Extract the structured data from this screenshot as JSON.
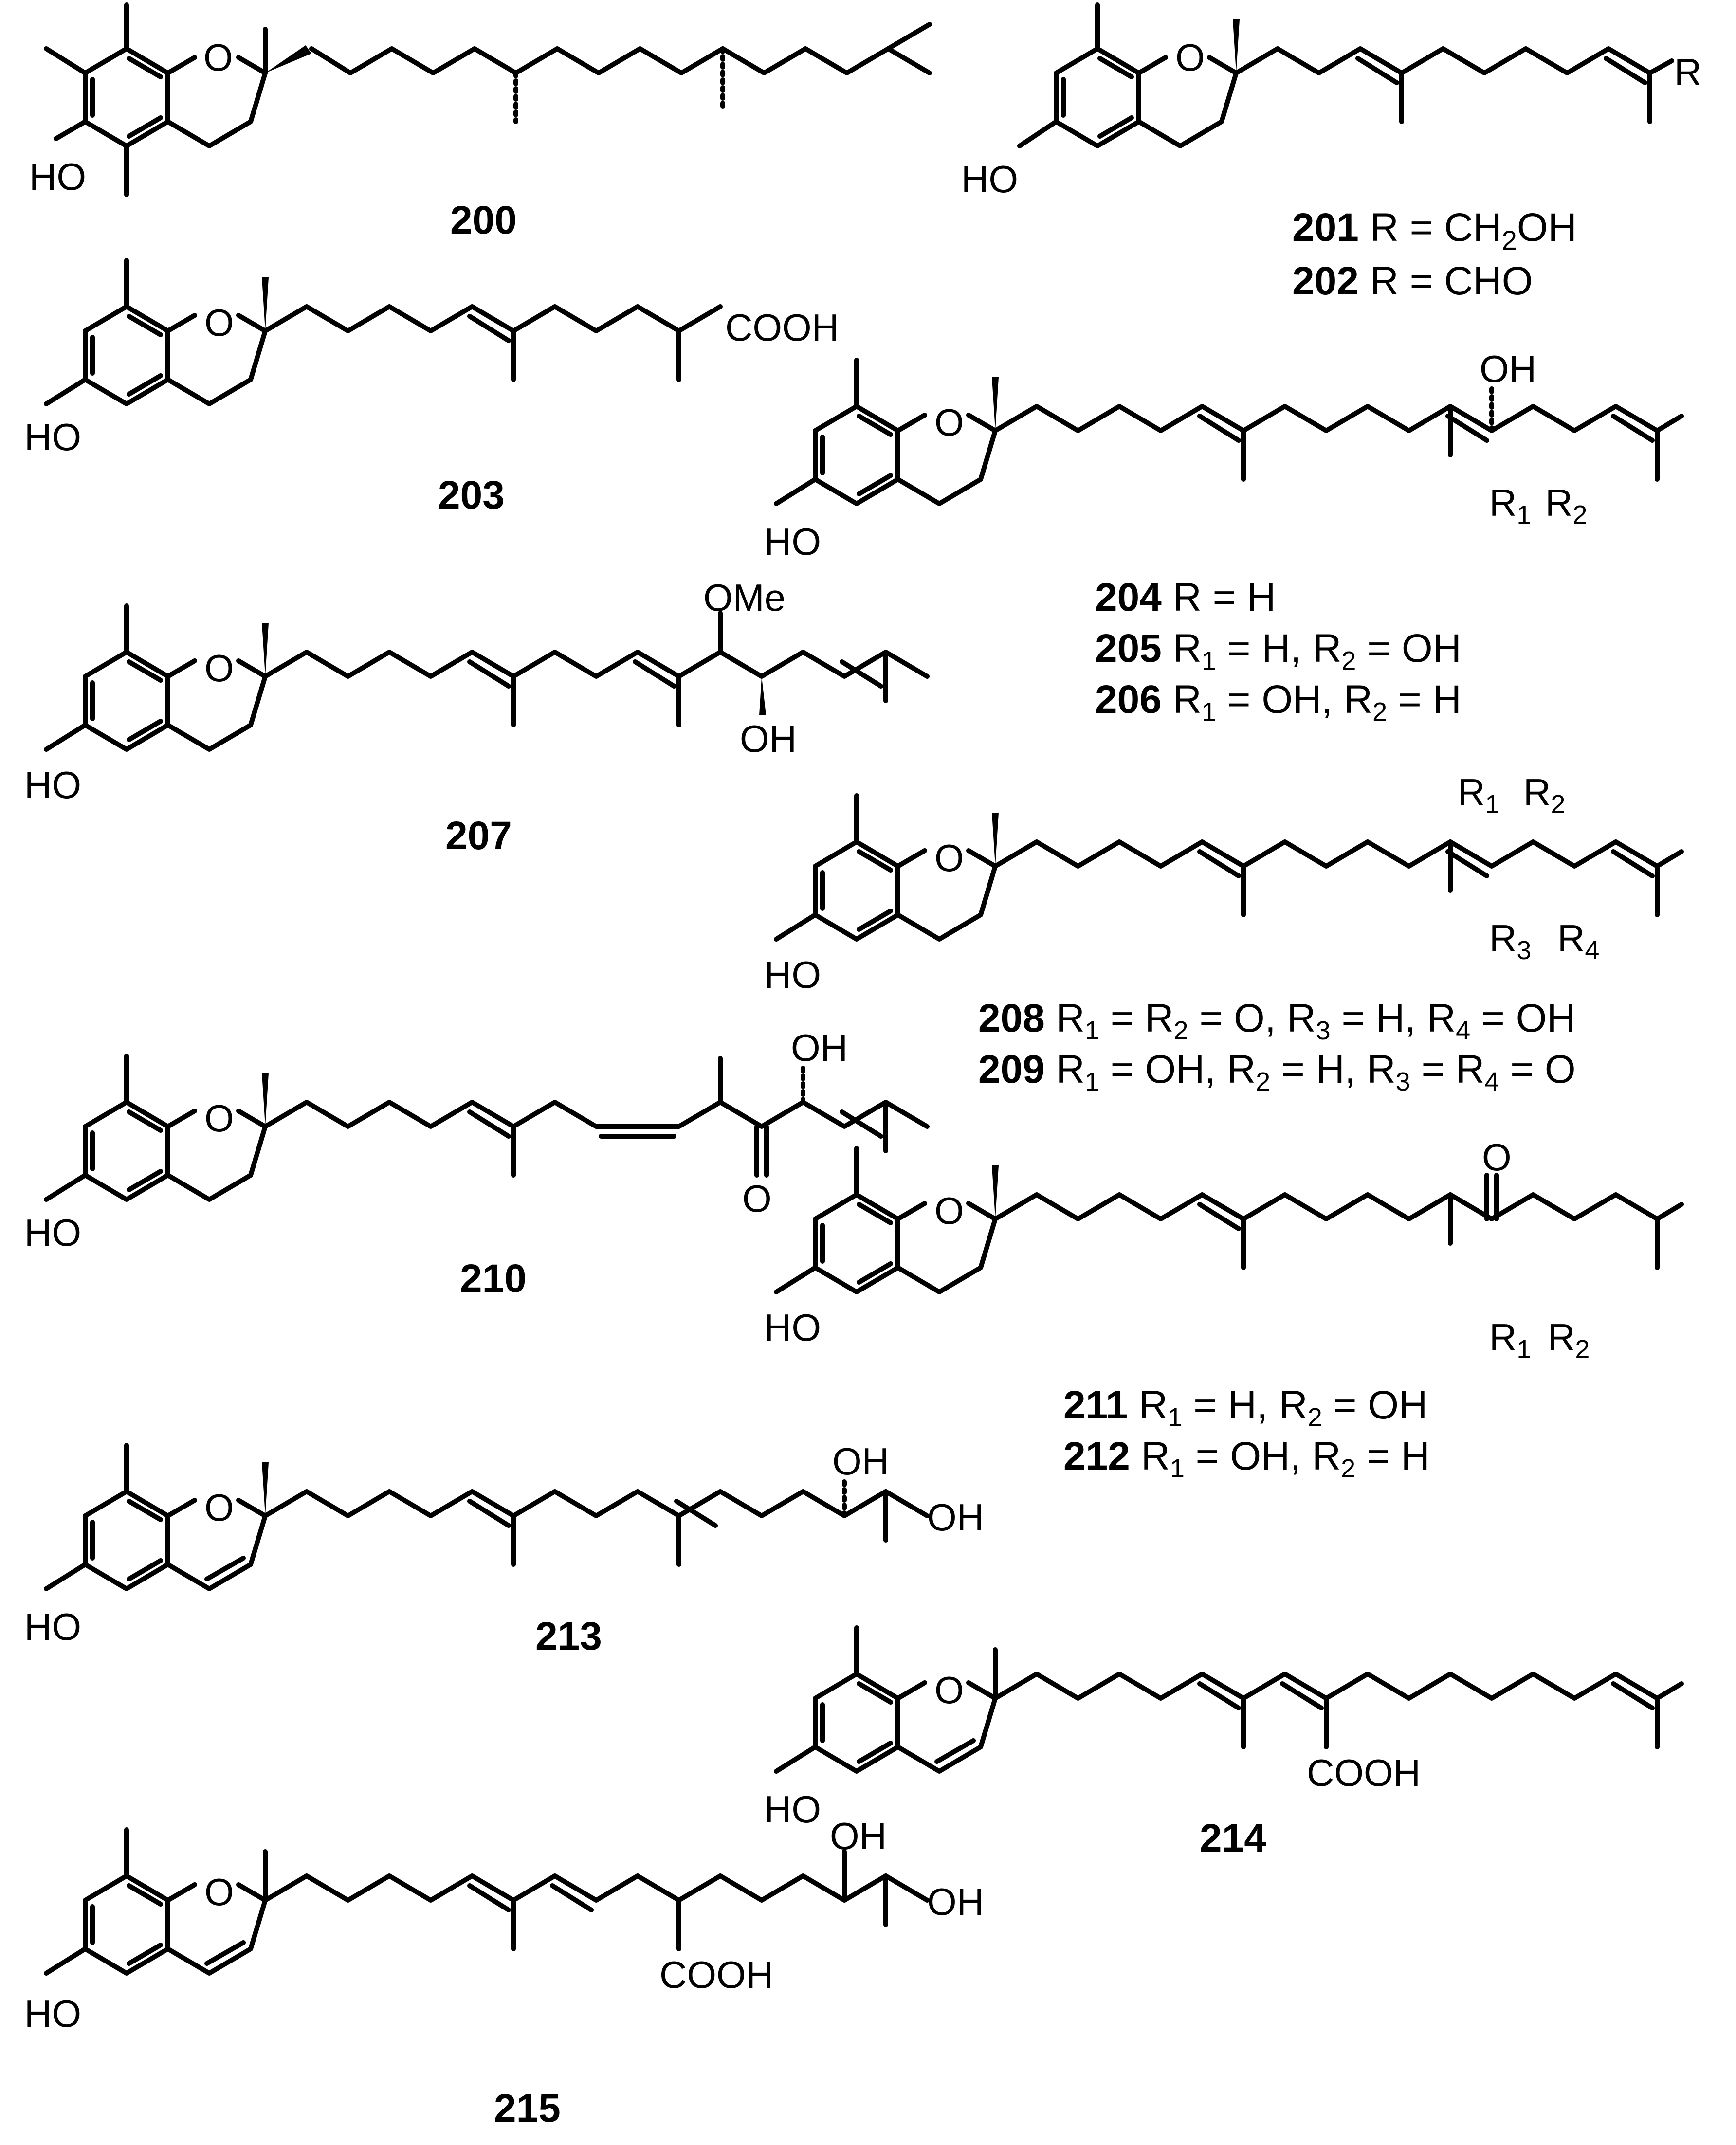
{
  "compounds": [
    {
      "number": "200"
    },
    {
      "number": "201",
      "rgroup": "R = CH2OH"
    },
    {
      "number": "202",
      "rgroup": "R = CHO"
    },
    {
      "number": "203"
    },
    {
      "number": "204",
      "rgroup": "R = H"
    },
    {
      "number": "205",
      "rgroup": "R1 = H, R2 = OH"
    },
    {
      "number": "206",
      "rgroup": "R1 = OH, R2 = H"
    },
    {
      "number": "207"
    },
    {
      "number": "208",
      "rgroup": "R1 = R2 = O, R3 = H, R4 = OH"
    },
    {
      "number": "209",
      "rgroup": "R1 = OH, R2 = H, R3 = R4 = O"
    },
    {
      "number": "210"
    },
    {
      "number": "211",
      "rgroup": "R1 = H, R2 = OH"
    },
    {
      "number": "212",
      "rgroup": "R1 = OH, R2 = H"
    },
    {
      "number": "213"
    },
    {
      "number": "214"
    },
    {
      "number": "215"
    }
  ],
  "atom_labels": {
    "ho": "HO",
    "o": "O",
    "oh": "OH",
    "ome": "OMe",
    "cooh": "COOH",
    "r": "R",
    "r1": "R1",
    "r2": "R2",
    "r3": "R3",
    "r4": "R4"
  }
}
